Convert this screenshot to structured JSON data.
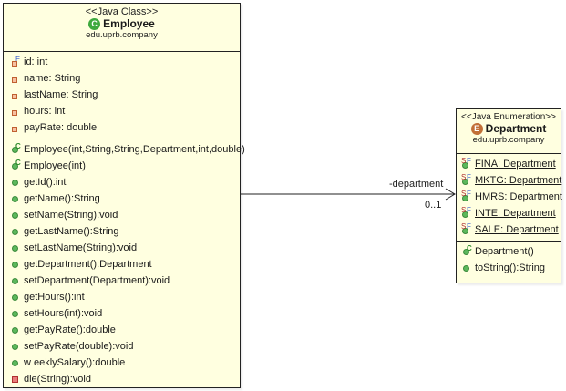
{
  "diagram": {
    "type": "UML class diagram",
    "classes": [
      {
        "id": "employee",
        "stereotype": "<<Java Class>>",
        "name": "Employee",
        "kind_badge": "C",
        "package": "edu.uprb.company",
        "attributes": [
          {
            "visibility": "private",
            "final": true,
            "static": false,
            "text": "id: int"
          },
          {
            "visibility": "private",
            "final": false,
            "static": false,
            "text": "name: String"
          },
          {
            "visibility": "private",
            "final": false,
            "static": false,
            "text": "lastName: String"
          },
          {
            "visibility": "private",
            "final": false,
            "static": false,
            "text": "hours: int"
          },
          {
            "visibility": "private",
            "final": false,
            "static": false,
            "text": "payRate: double"
          }
        ],
        "operations": [
          {
            "visibility": "public",
            "constructor": true,
            "text": "Employee(int,String,String,Department,int,double)"
          },
          {
            "visibility": "public",
            "constructor": true,
            "text": "Employee(int)"
          },
          {
            "visibility": "public",
            "constructor": false,
            "text": "getId():int"
          },
          {
            "visibility": "public",
            "constructor": false,
            "text": "getName():String"
          },
          {
            "visibility": "public",
            "constructor": false,
            "text": "setName(String):void"
          },
          {
            "visibility": "public",
            "constructor": false,
            "text": "getLastName():String"
          },
          {
            "visibility": "public",
            "constructor": false,
            "text": "setLastName(String):void"
          },
          {
            "visibility": "public",
            "constructor": false,
            "text": "getDepartment():Department"
          },
          {
            "visibility": "public",
            "constructor": false,
            "text": "setDepartment(Department):void"
          },
          {
            "visibility": "public",
            "constructor": false,
            "text": "getHours():int"
          },
          {
            "visibility": "public",
            "constructor": false,
            "text": "setHours(int):void"
          },
          {
            "visibility": "public",
            "constructor": false,
            "text": "getPayRate():double"
          },
          {
            "visibility": "public",
            "constructor": false,
            "text": "setPayRate(double):void"
          },
          {
            "visibility": "public",
            "constructor": false,
            "text": "w eeklySalary():double"
          },
          {
            "visibility": "private",
            "constructor": false,
            "text": "die(String):void"
          }
        ]
      },
      {
        "id": "department",
        "stereotype": "<<Java Enumeration>>",
        "name": "Department",
        "kind_badge": "E",
        "package": "edu.uprb.company",
        "attributes": [
          {
            "visibility": "public",
            "static": true,
            "final": true,
            "text": "FINA: Department"
          },
          {
            "visibility": "public",
            "static": true,
            "final": true,
            "text": "MKTG: Department"
          },
          {
            "visibility": "public",
            "static": true,
            "final": true,
            "text": "HMRS: Department"
          },
          {
            "visibility": "public",
            "static": true,
            "final": true,
            "text": "INTE: Department"
          },
          {
            "visibility": "public",
            "static": true,
            "final": true,
            "text": "SALE: Department"
          }
        ],
        "operations": [
          {
            "visibility": "public",
            "constructor": true,
            "text": "Department()"
          },
          {
            "visibility": "public",
            "constructor": false,
            "text": "toString():String"
          }
        ]
      }
    ],
    "association": {
      "from": "Employee",
      "to": "Department",
      "role": "-department",
      "multiplicity": "0..1",
      "navigable": true
    },
    "marks": {
      "final": "F",
      "static": "S",
      "constructor": "C"
    },
    "colors": {
      "box_fill": "#ffffe0",
      "border": "#222222",
      "public_icon": "#5cb85c",
      "private_icon": "#e87b7b",
      "class_badge": "#3ea93e",
      "enum_badge": "#c27038"
    }
  }
}
